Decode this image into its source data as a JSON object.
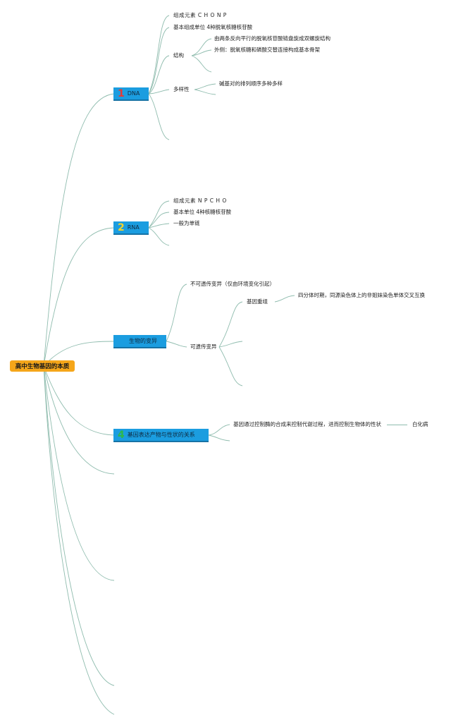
{
  "root": {
    "label": "高中生物基因的本质"
  },
  "topics": {
    "dna": {
      "number": "1",
      "number_color": "#e53935",
      "label": "DNA",
      "items": {
        "elements": "组成元素 C H O N P",
        "unit": "基本组成单位 4种脱氧核糖核苷酸",
        "structure": {
          "label": "结构",
          "details": [
            "由两条反向平行的脱氧核苷酸链盘旋成双螺旋结构",
            "外侧：脱氧核糖和磷酸交替连接构成基本骨架"
          ]
        },
        "diversity": {
          "label": "多样性",
          "details": [
            "碱基对的排列顺序多种多样"
          ]
        }
      }
    },
    "rna": {
      "number": "2",
      "number_color": "#f5d22a",
      "label": "RNA",
      "items": {
        "elements": "组成元素 N P C H O",
        "unit": "基本单位 4种核糖核苷酸",
        "strand": "一般为单链"
      }
    },
    "variation": {
      "label": "生物的变异",
      "items": {
        "non_heritable": "不可遗传变异（仅由环境变化引起）",
        "heritable": {
          "label": "可遗传变异",
          "recombination": {
            "label": "基因重组",
            "detail": "四分体时期，同源染色体上的非姐妹染色单体交叉互换"
          }
        }
      }
    },
    "expression": {
      "number": "4",
      "number_color": "#2eb84a",
      "label": "基因表达产物与性状的关系",
      "items": {
        "mechanism": "基因通过控制酶的合成来控制代谢过程，进而控制生物体的性状",
        "example": "白化病"
      }
    }
  }
}
